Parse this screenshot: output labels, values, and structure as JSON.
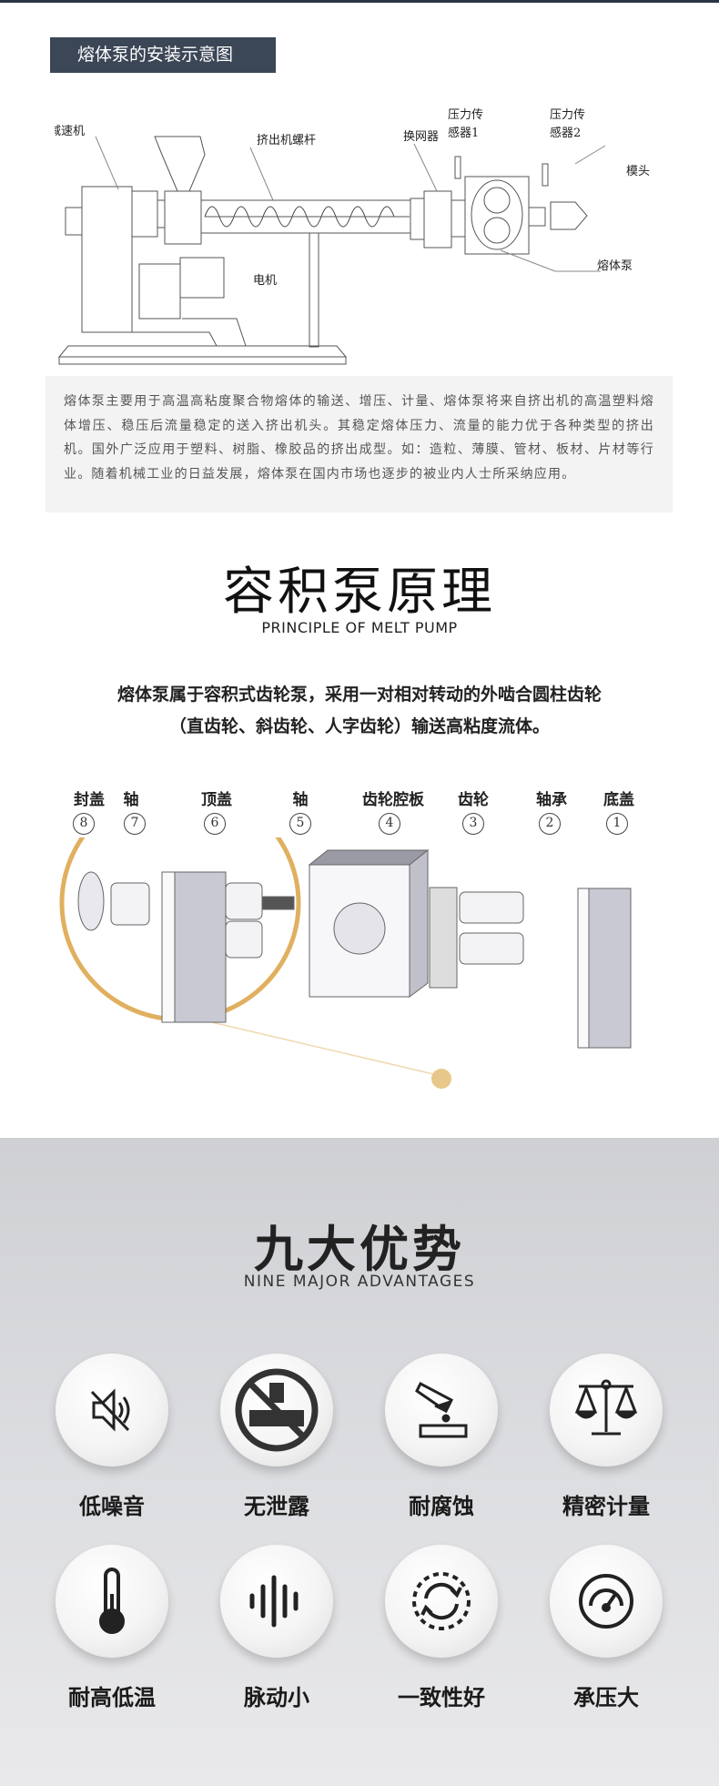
{
  "install": {
    "title": "熔体泵的安装示意图",
    "labels": {
      "reducer": "减速机",
      "screw": "挤出机螺杆",
      "screen_changer": "换网器",
      "sensor1_l1": "压力传",
      "sensor1_l2": "感器1",
      "sensor2_l1": "压力传",
      "sensor2_l2": "感器2",
      "die": "模头",
      "motor": "电机",
      "pump": "熔体泵"
    },
    "description": "熔体泵主要用于高温高粘度聚合物熔体的输送、增压、计量、熔体泵将来自挤出机的高温塑料熔体增压、稳压后流量稳定的送入挤出机头。其稳定熔体压力、流量的能力优于各种类型的挤出机。国外广泛应用于塑料、树脂、橡胶品的挤出成型。如：造粒、薄膜、管材、板材、片材等行业。随着机械工业的日益发展，熔体泵在国内市场也逐步的被业内人士所采纳应用。"
  },
  "principle": {
    "title": "容积泵原理",
    "subtitle": "PRINCIPLE OF MELT PUMP",
    "line1": "熔体泵属于容积式齿轮泵，采用一对相对转动的外啮合圆柱齿轮",
    "line2": "（直齿轮、斜齿轮、人字齿轮）输送高粘度流体。",
    "parts": [
      {
        "label": "封盖",
        "num": "8"
      },
      {
        "label": "轴",
        "num": "7"
      },
      {
        "label": "顶盖",
        "num": "6"
      },
      {
        "label": "轴",
        "num": "5"
      },
      {
        "label": "齿轮腔板",
        "num": "4"
      },
      {
        "label": "齿轮",
        "num": "3"
      },
      {
        "label": "轴承",
        "num": "2"
      },
      {
        "label": "底盖",
        "num": "1"
      }
    ],
    "accent": "#e0b060"
  },
  "advantages": {
    "title": "九大优势",
    "subtitle": "NINE MAJOR ADVANTAGES",
    "items": [
      {
        "label": "低噪音",
        "icon": "mute-speaker-icon"
      },
      {
        "label": "无泄露",
        "icon": "no-leak-icon"
      },
      {
        "label": "耐腐蚀",
        "icon": "corrosion-icon"
      },
      {
        "label": "精密计量",
        "icon": "scale-icon"
      },
      {
        "label": "耐高低温",
        "icon": "thermometer-icon"
      },
      {
        "label": "脉动小",
        "icon": "pulse-icon"
      },
      {
        "label": "一致性好",
        "icon": "cycle-icon"
      },
      {
        "label": "承压大",
        "icon": "gauge-icon"
      }
    ]
  }
}
